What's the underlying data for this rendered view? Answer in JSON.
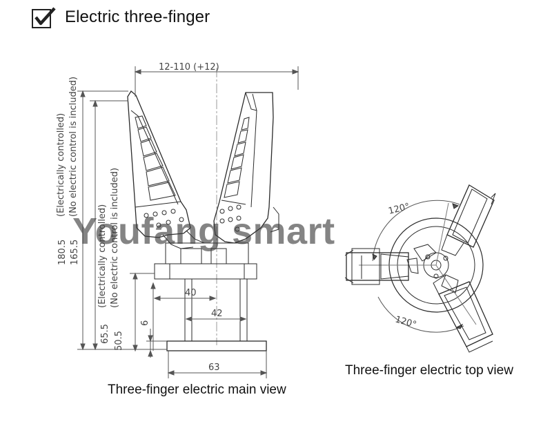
{
  "header": {
    "title": "Electric three-finger"
  },
  "watermark": "Youfang smart",
  "main_view": {
    "caption": "Three-finger electric main view",
    "dims": {
      "stroke": "12-110 (+12)",
      "h1": "180.5",
      "h2": "165.5",
      "h1_note": "(Electrically controlled)",
      "h2_note": "(No electric control is included)",
      "h3": "65.5",
      "h4": "50.5",
      "h3_note": "(Electrically controlled)",
      "h4_note": "(No electric control is included)",
      "d40": "40",
      "d42": "42",
      "d6": "6",
      "d63": "63"
    }
  },
  "top_view": {
    "caption": "Three-finger electric top view",
    "angle_top": "120°",
    "angle_bottom": "120°"
  },
  "colors": {
    "line": "#222222",
    "dim_line": "#555555",
    "accent": "#111111"
  }
}
